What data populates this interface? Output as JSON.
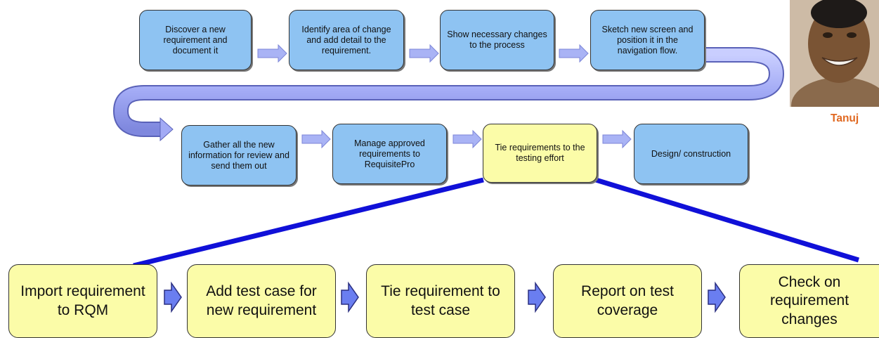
{
  "top_row": [
    {
      "text": "Discover a new requirement and document it"
    },
    {
      "text": "Identify area of change and add detail to the requirement."
    },
    {
      "text": "Show necessary changes to the process"
    },
    {
      "text": "Sketch new screen and position it in the navigation flow."
    }
  ],
  "middle_row": [
    {
      "text": "Gather all the new information for review and send them out"
    },
    {
      "text": "Manage  approved requirements to RequisitePro"
    },
    {
      "text": "Tie  requirements to the testing effort"
    },
    {
      "text": "Design/ construction"
    }
  ],
  "bottom_row": [
    {
      "text": "Import requirement to RQM"
    },
    {
      "text": "Add test case for new requirement"
    },
    {
      "text": "Tie requirement to test case"
    },
    {
      "text": "Report on test coverage"
    },
    {
      "text": "Check on requirement changes"
    }
  ],
  "person": {
    "name": "Tanuj"
  },
  "colors": {
    "process_box": "#8ec3f2",
    "highlight_box": "#fbfca8",
    "arrow": "#a9b3f5",
    "connector": "#1010d8",
    "name_text": "#e06820"
  }
}
